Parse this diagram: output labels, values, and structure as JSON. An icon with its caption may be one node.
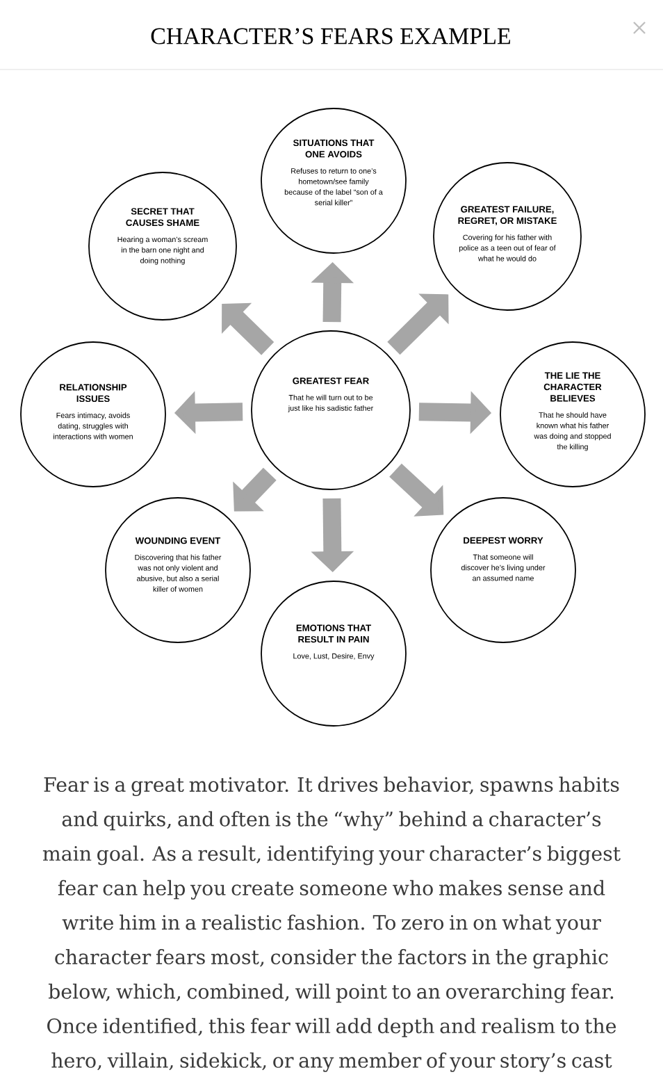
{
  "diagram": {
    "title": "CHARACTER’S FEARS EXAMPLE",
    "caption": "Fear is a great motivator. It drives behavior, spawns habits and quirks, and often is the “why” behind a character’s main goal. As a result, identifying your character’s biggest fear can help you create someone who makes sense and write him in a realistic fashion. To zero in on what your character fears most, consider the factors in the graphic below, which, combined, will point to an overarching fear. Once identified, this fear will add depth and realism to the hero, villain, sidekick, or any member of your story’s cast",
    "nodes": [
      {
        "text": [
          "GREATEST FEAR",
          "That he will turn out to be just like his sadistic father"
        ]
      },
      {
        "text": [
          "SITUATIONS THAT ONE AVOIDS",
          "Refuses to return to one’s hometown/see family because of the label “son of a serial killer”"
        ]
      },
      {
        "text": [
          "SECRET THAT CAUSES SHAME",
          "Hearing a woman’s scream in the barn one night and doing nothing"
        ]
      },
      {
        "text": [
          "GREATEST FAILURE, REGRET, OR MISTAKE",
          "Covering for his father with police as a teen out of fear of what he would do"
        ]
      },
      {
        "text": [
          "RELATIONSHIP ISSUES",
          "Fears intimacy, avoids dating, struggles with interactions with women"
        ]
      },
      {
        "text": [
          "THE LIE THE CHARACTER BELIEVES",
          "That he should have known what his father was doing and stopped the killing"
        ]
      },
      {
        "text": [
          "WOUNDING EVENT",
          "Discovering that his father was not only violent and abusive, but also a serial killer of women"
        ]
      },
      {
        "text": [
          "DEEPEST WORRY",
          "That someone will discover he’s living under an assumed name"
        ]
      },
      {
        "text": [
          "EMOTIONS THAT RESULT IN PAIN",
          "Love, Lust, Desire, Envy"
        ]
      }
    ],
    "edges": [
      {
        "from": 0,
        "to": 1,
        "arrow": "to"
      },
      {
        "from": 0,
        "to": 2,
        "arrow": "to"
      },
      {
        "from": 0,
        "to": 3,
        "arrow": "to"
      },
      {
        "from": 0,
        "to": 4,
        "arrow": "to"
      },
      {
        "from": 0,
        "to": 5,
        "arrow": "to"
      },
      {
        "from": 0,
        "to": 6,
        "arrow": "to"
      },
      {
        "from": 0,
        "to": 7,
        "arrow": "to"
      },
      {
        "from": 0,
        "to": 8,
        "arrow": "to"
      }
    ]
  }
}
